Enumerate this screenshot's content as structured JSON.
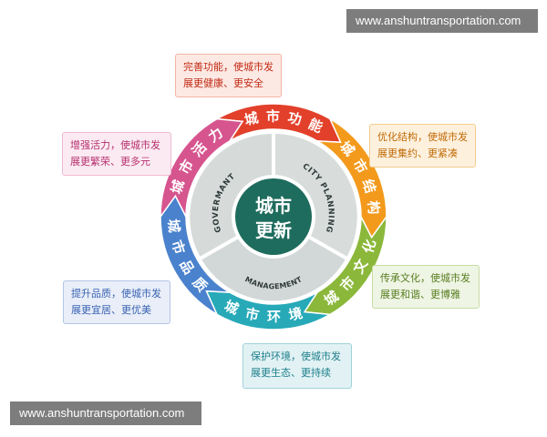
{
  "watermark": "www.anshuntransportation.com",
  "center": {
    "line1": "城市",
    "line2": "更新"
  },
  "inner_ring": {
    "segment_left": "GOVERMANT",
    "segment_right": "CITY PLANNING",
    "segment_bottom": "MANAGEMENT"
  },
  "ring": [
    {
      "label": "城市功能",
      "color": "#e2402a"
    },
    {
      "label": "城市结构",
      "color": "#f39a1d"
    },
    {
      "label": "城市文化",
      "color": "#8bb83a"
    },
    {
      "label": "城市环境",
      "color": "#27a9b8"
    },
    {
      "label": "城市品质",
      "color": "#4a82cd"
    },
    {
      "label": "城市活力",
      "color": "#d6558f"
    }
  ],
  "notes": {
    "gongneng": "完善功能，使城市发\n展更健康、更安全",
    "huoli": "增强活力，使城市发\n展更繁荣、更多元",
    "jiegou": "优化结构，使城市发\n展更集约、更紧凑",
    "pinzhi": "提升品质，使城市发\n展更宜居、更优美",
    "wenhua": "传承文化，使城市发\n展更和谐、更博雅",
    "huanjing": "保护环境，使城市发\n展更生态、更持续"
  }
}
